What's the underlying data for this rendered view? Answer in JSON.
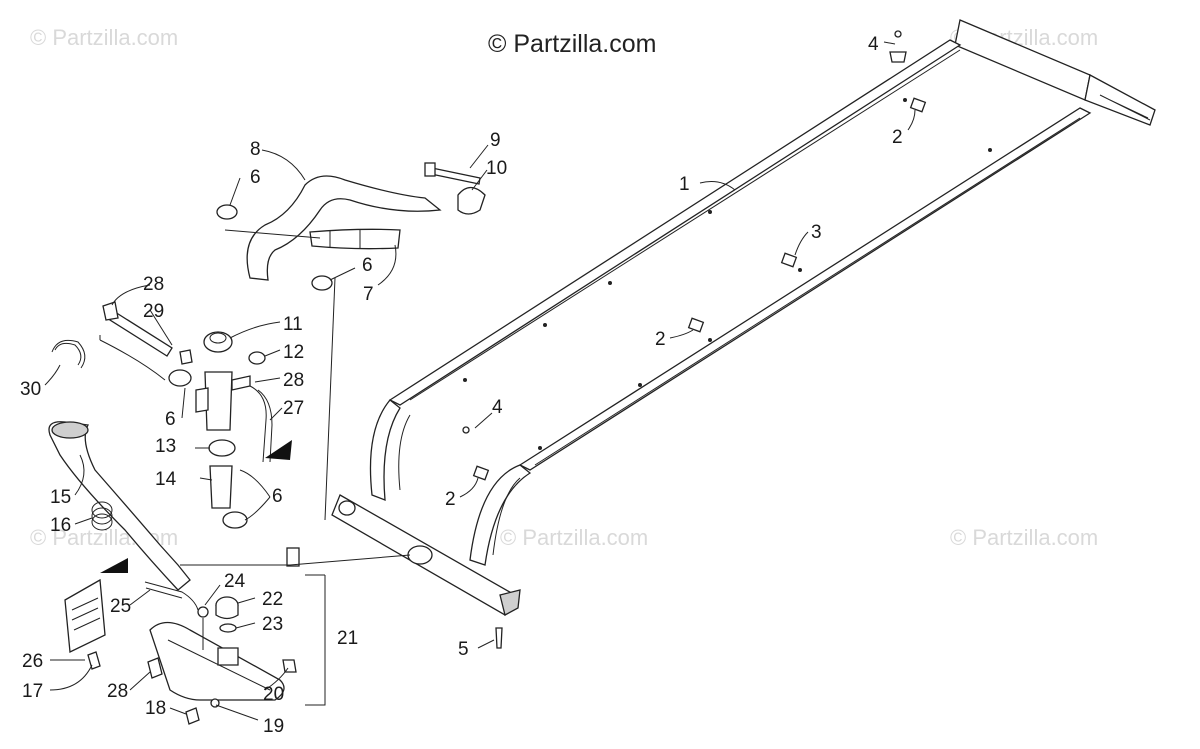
{
  "brand": "© Partzilla.com",
  "watermark_text": "© Partzilla.com",
  "callouts": [
    {
      "id": "c1",
      "text": "1"
    },
    {
      "id": "c2a",
      "text": "2"
    },
    {
      "id": "c2b",
      "text": "2"
    },
    {
      "id": "c2c",
      "text": "2"
    },
    {
      "id": "c3",
      "text": "3"
    },
    {
      "id": "c4a",
      "text": "4"
    },
    {
      "id": "c4b",
      "text": "4"
    },
    {
      "id": "c5",
      "text": "5"
    },
    {
      "id": "c6a",
      "text": "6"
    },
    {
      "id": "c6b",
      "text": "6"
    },
    {
      "id": "c6c",
      "text": "6"
    },
    {
      "id": "c6d",
      "text": "6"
    },
    {
      "id": "c7",
      "text": "7"
    },
    {
      "id": "c8",
      "text": "8"
    },
    {
      "id": "c9",
      "text": "9"
    },
    {
      "id": "c10",
      "text": "10"
    },
    {
      "id": "c11",
      "text": "11"
    },
    {
      "id": "c12",
      "text": "12"
    },
    {
      "id": "c13",
      "text": "13"
    },
    {
      "id": "c14",
      "text": "14"
    },
    {
      "id": "c15",
      "text": "15"
    },
    {
      "id": "c16",
      "text": "16"
    },
    {
      "id": "c17",
      "text": "17"
    },
    {
      "id": "c18",
      "text": "18"
    },
    {
      "id": "c19",
      "text": "19"
    },
    {
      "id": "c20",
      "text": "20"
    },
    {
      "id": "c21",
      "text": "21"
    },
    {
      "id": "c22",
      "text": "22"
    },
    {
      "id": "c23",
      "text": "23"
    },
    {
      "id": "c24",
      "text": "24"
    },
    {
      "id": "c25",
      "text": "25"
    },
    {
      "id": "c26",
      "text": "26"
    },
    {
      "id": "c27",
      "text": "27"
    },
    {
      "id": "c28a",
      "text": "28"
    },
    {
      "id": "c28b",
      "text": "28"
    },
    {
      "id": "c28c",
      "text": "28"
    },
    {
      "id": "c29",
      "text": "29"
    },
    {
      "id": "c30",
      "text": "30"
    }
  ],
  "colors": {
    "ink": "#222222",
    "watermark": "#d9d9d9",
    "background": "#ffffff"
  }
}
